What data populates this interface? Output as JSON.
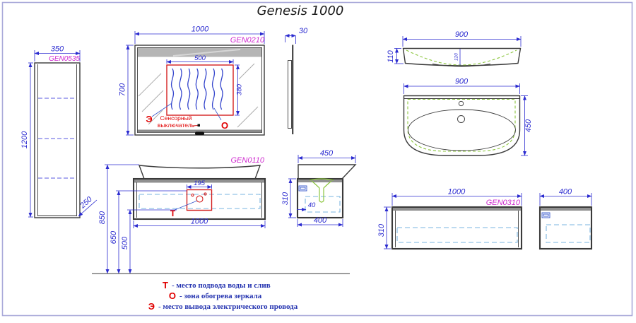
{
  "title": "Genesis 1000",
  "colors": {
    "dimension_blue": "#2b2bd0",
    "code_magenta": "#cf2bcf",
    "marker_red": "#e00000",
    "drawing_gray": "#3a3a3a",
    "drawer_dashed_blue": "#7ab4e0",
    "plumbing_green": "#8cc63f"
  },
  "tall_cabinet": {
    "code": "GEN0535",
    "dim_width": "350",
    "dim_height": "1200",
    "dim_depth": "250"
  },
  "mirror_front": {
    "code": "GEN0210",
    "dim_width": "1000",
    "dim_height": "700",
    "zone_width": "500",
    "zone_height": "380",
    "switch_line1": "Сенсорный",
    "switch_line2": "выключатель",
    "marker_power": "Э",
    "marker_heat": "О"
  },
  "mirror_side": {
    "dim_thickness": "30"
  },
  "sink_front": {
    "dim_width": "900",
    "dim_height": "110",
    "dim_basin_depth": "120"
  },
  "sink_plan": {
    "dim_width": "900",
    "dim_depth": "450"
  },
  "vanity_front": {
    "code": "GEN0110",
    "dim_cutout": "195",
    "dim_width": "1000",
    "dim_h_total": "850",
    "dim_h_mid": "650",
    "dim_h_low": "500",
    "marker_drain": "Т"
  },
  "vanity_side": {
    "dim_top_depth": "450",
    "dim_height": "310",
    "dim_offset": "40",
    "dim_width": "400"
  },
  "wall_cabinet_front": {
    "code": "GEN0310",
    "dim_width": "1000",
    "dim_height": "310"
  },
  "wall_cabinet_side": {
    "dim_width": "400"
  },
  "legend": {
    "items": [
      {
        "marker": "Т",
        "text": "-  место подвода воды и слив"
      },
      {
        "marker": "О",
        "text": "-  зона обогрева зеркала"
      },
      {
        "marker": "Э",
        "text": "-  место вывода электрического провода"
      }
    ]
  }
}
